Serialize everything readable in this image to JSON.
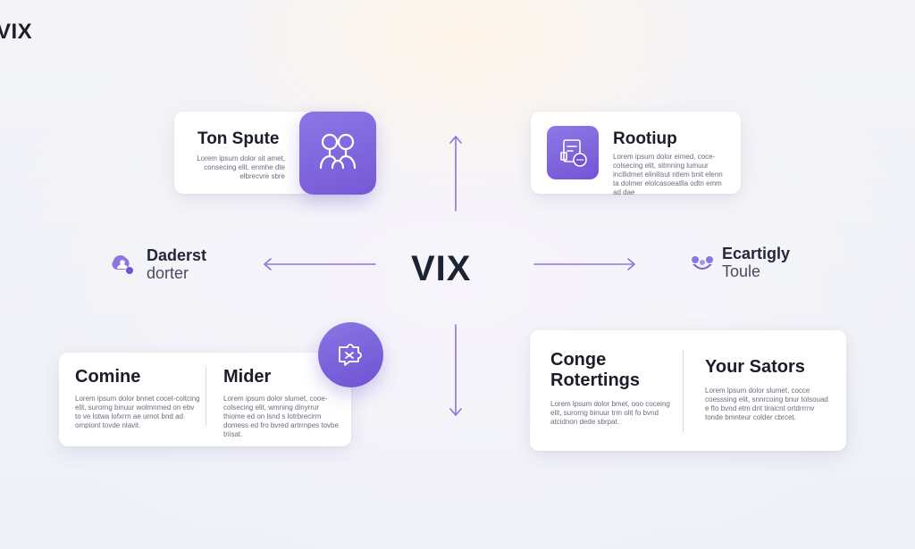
{
  "brand": {
    "logo_text": "VIX"
  },
  "center": {
    "logo_text": "VIX"
  },
  "colors": {
    "accent": "#7a5fdc",
    "accent_dark": "#6f52d2",
    "gold": "#b59442",
    "text": "#1c1d2b"
  },
  "top_left_card": {
    "title": "Ton Spute",
    "body": "Lorem ipsum dolor sit amet, consecing elit, enmhe dte elbrecvre sbre",
    "icon": "people-icon"
  },
  "top_right_card": {
    "title": "Rootiup",
    "body": "Lorem ipsum dolor eimed, coce-colsecing elit, sitmning lumuur incllidmet elinilisut ntlem bnit elenn ta dolmer elolcasoeatlla odtn emm ad dae",
    "icon": "document-chat-icon"
  },
  "left_item": {
    "line1": "Daderst",
    "line2": "dorter",
    "icon": "chat-person-icon"
  },
  "right_item": {
    "line1": "Ecartigly",
    "line2": "Toule",
    "icon": "smile-icon"
  },
  "bottom_left_card": {
    "col1_title": "Comine",
    "col1_body": "Lorem ipsum dolor bnnet cocet-coltcing elit, surorng binuur wolmnmed on ebv to ve lotwa lofxrrn ae urnot bnd ad ompiont tovde nlavit.",
    "col2_title": "Mider",
    "col2_body": "Lorem ipsum dolor slumet, cooe-colsecing elit, wmning dinyrrur thiome ed on lsnd s lotrbrecirm domess ed fro bvred artrrnpes tovbe triisat.",
    "icon": "puzzle-chat-icon"
  },
  "bottom_right_card": {
    "col1_title": "Conge Rotertings",
    "col1_body": "Lorem lpsum dolor bmet, ooo coceing elit, surorng binuur trm olit fo bvnd atcidnon dede sbrpat.",
    "col2_title": "Your Sators",
    "col2_body": "Lorem lpsum dolor slumet, cocce coesssing elit, snnrcoing bnur tolsouad e fto bvnd etm dnt tiraicnt ortdrrrnv tonde bmnteur colder cbrcet."
  }
}
